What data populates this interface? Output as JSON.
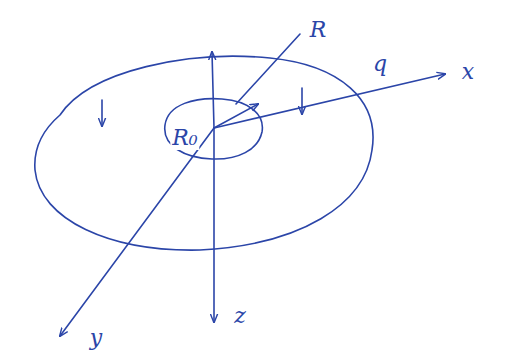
{
  "diagram": {
    "labels": [
      "R",
      "q",
      "R₀",
      "x",
      "y",
      "z"
    ]
  }
}
